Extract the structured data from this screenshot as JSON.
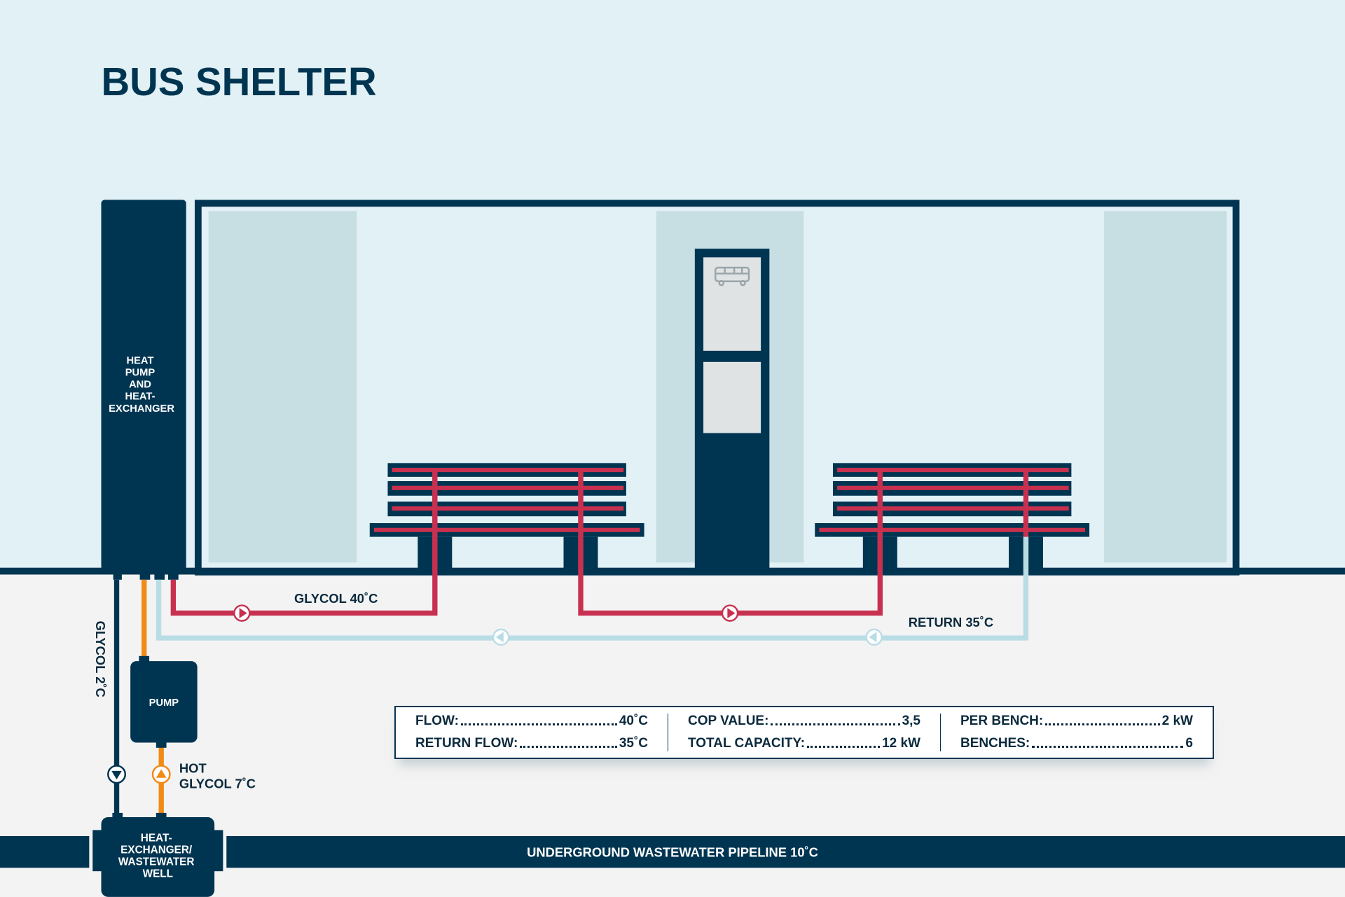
{
  "title": "BUS SHELTER",
  "components": {
    "heat_pump": [
      "HEAT",
      "PUMP",
      "AND",
      "HEAT-",
      "EXCHANGER"
    ],
    "pump": "PUMP",
    "well": [
      "HEAT-",
      "EXCHANGER/",
      "WASTEWATER",
      "WELL"
    ]
  },
  "labels": {
    "glycol_flow": "GLYCOL 40˚C",
    "return": "RETURN 35˚C",
    "glycol_cold": "GLYCOL 2˚C",
    "hot_glycol_1": "HOT",
    "hot_glycol_2": "GLYCOL 7˚C",
    "pipeline": "UNDERGROUND WASTEWATER PIPELINE 10˚C"
  },
  "specs": [
    [
      {
        "label": "FLOW:",
        "value": "40˚C"
      },
      {
        "label": "RETURN FLOW:",
        "value": "35˚C"
      }
    ],
    [
      {
        "label": "COP VALUE:",
        "value": "3,5"
      },
      {
        "label": "TOTAL CAPACITY:",
        "value": "12 kW"
      }
    ],
    [
      {
        "label": "PER BENCH:",
        "value": "2 kW"
      },
      {
        "label": "BENCHES:",
        "value": "6"
      }
    ]
  ],
  "colors": {
    "navy": "#003552",
    "red": "#c8304f",
    "orange": "#f28a16",
    "return": "#b9dde5",
    "sky": "#e2f1f5",
    "ground": "#f3f3f3"
  }
}
